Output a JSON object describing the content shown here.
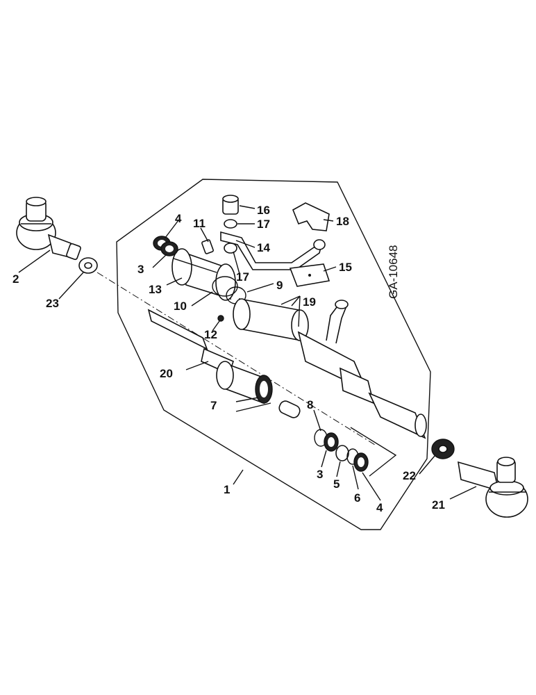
{
  "drawing_code": "GA-10648",
  "labels": {
    "p1": "1",
    "p2": "2",
    "p3a": "3",
    "p3b": "3",
    "p4a": "4",
    "p4b": "4",
    "p5": "5",
    "p6": "6",
    "p7": "7",
    "p8": "8",
    "p9": "9",
    "p10": "10",
    "p11": "11",
    "p12": "12",
    "p13": "13",
    "p14": "14",
    "p15": "15",
    "p16": "16",
    "p17a": "17",
    "p17b": "17",
    "p18": "18",
    "p19": "19",
    "p20": "20",
    "p21": "21",
    "p22": "22",
    "p23": "23"
  }
}
